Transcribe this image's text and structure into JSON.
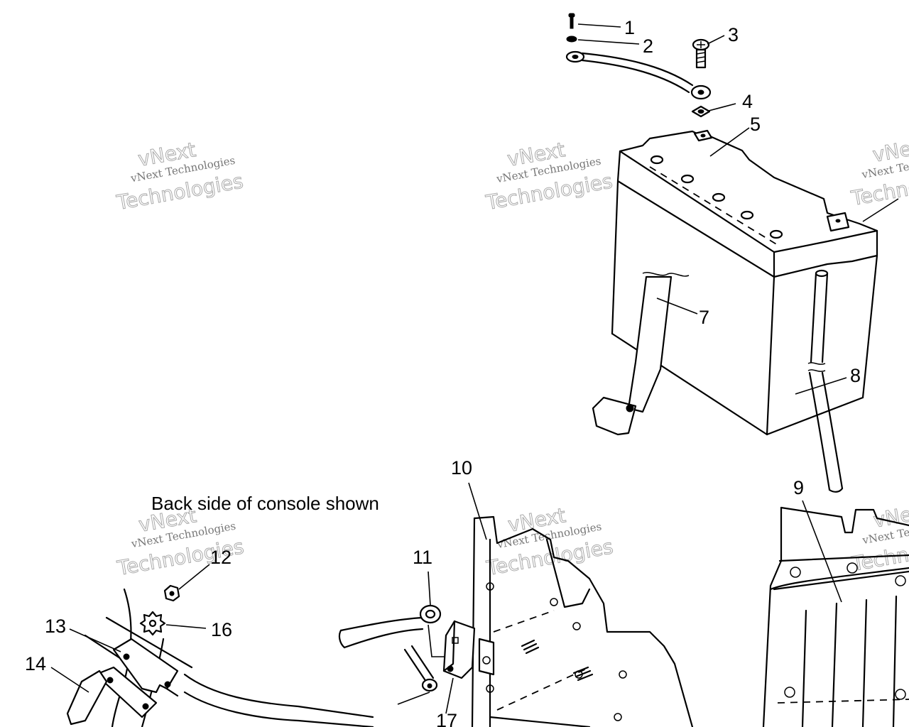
{
  "caption": "Back side of console shown",
  "watermark": {
    "line1": "vNext Technologies",
    "line2": "vNext",
    "line3": "Technologies"
  },
  "parts": [
    "1",
    "2",
    "3",
    "4",
    "5",
    "7",
    "8",
    "9",
    "10",
    "11",
    "12",
    "13",
    "14",
    "16",
    "17"
  ]
}
